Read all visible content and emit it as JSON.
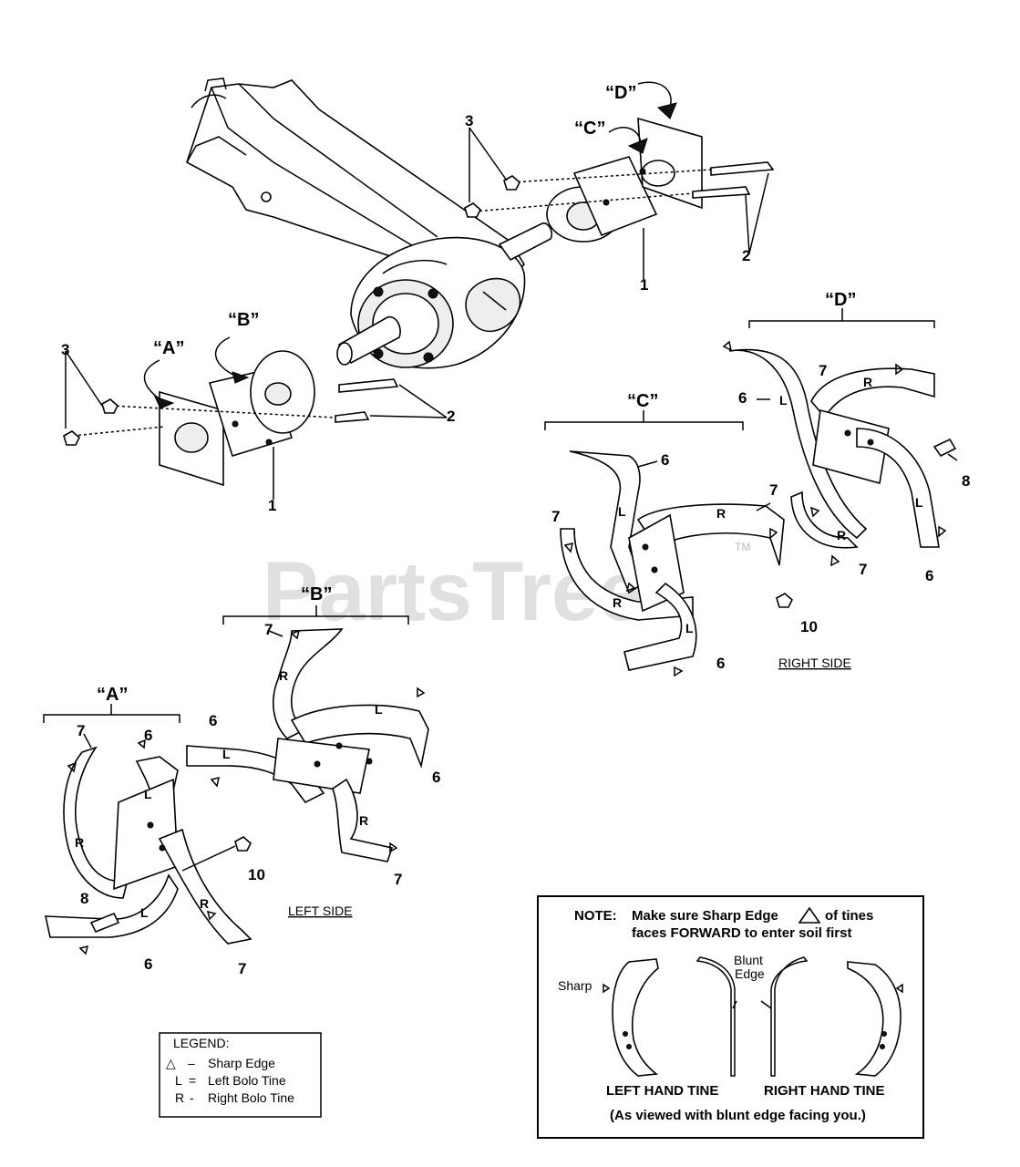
{
  "watermark": {
    "brand": "PartsTree",
    "trademark": "TM"
  },
  "group_labels": {
    "a": "“A”",
    "b": "“B”",
    "c": "“C”",
    "d": "“D”"
  },
  "callouts": {
    "hub": "1",
    "bolt": "2",
    "nut": "3",
    "tine_left": "6",
    "tine_right": "7",
    "screw": "8",
    "locknut": "10"
  },
  "tine_letters": {
    "left": "L",
    "right": "R"
  },
  "side_labels": {
    "left": "LEFT SIDE",
    "right": "RIGHT SIDE"
  },
  "legend": {
    "title": "LEGEND:",
    "rows": [
      {
        "symbol": "△",
        "separator": "–",
        "text": "Sharp Edge"
      },
      {
        "symbol": "L",
        "separator": "=",
        "text": "Left Bolo Tine"
      },
      {
        "symbol": "R",
        "separator": "-",
        "text": "Right Bolo Tine"
      }
    ]
  },
  "note_box": {
    "note_prefix": "NOTE:",
    "line1_before": "Make sure Sharp Edge",
    "line1_after": "of tines",
    "line2": "faces FORWARD to enter soil first",
    "sharp_label": "Sharp",
    "blunt_label_1": "Blunt",
    "blunt_label_2": "Edge",
    "left_hand_tine": "LEFT HAND TINE",
    "right_hand_tine": "RIGHT HAND TINE",
    "viewed_note": "(As viewed with blunt edge facing you.)"
  }
}
